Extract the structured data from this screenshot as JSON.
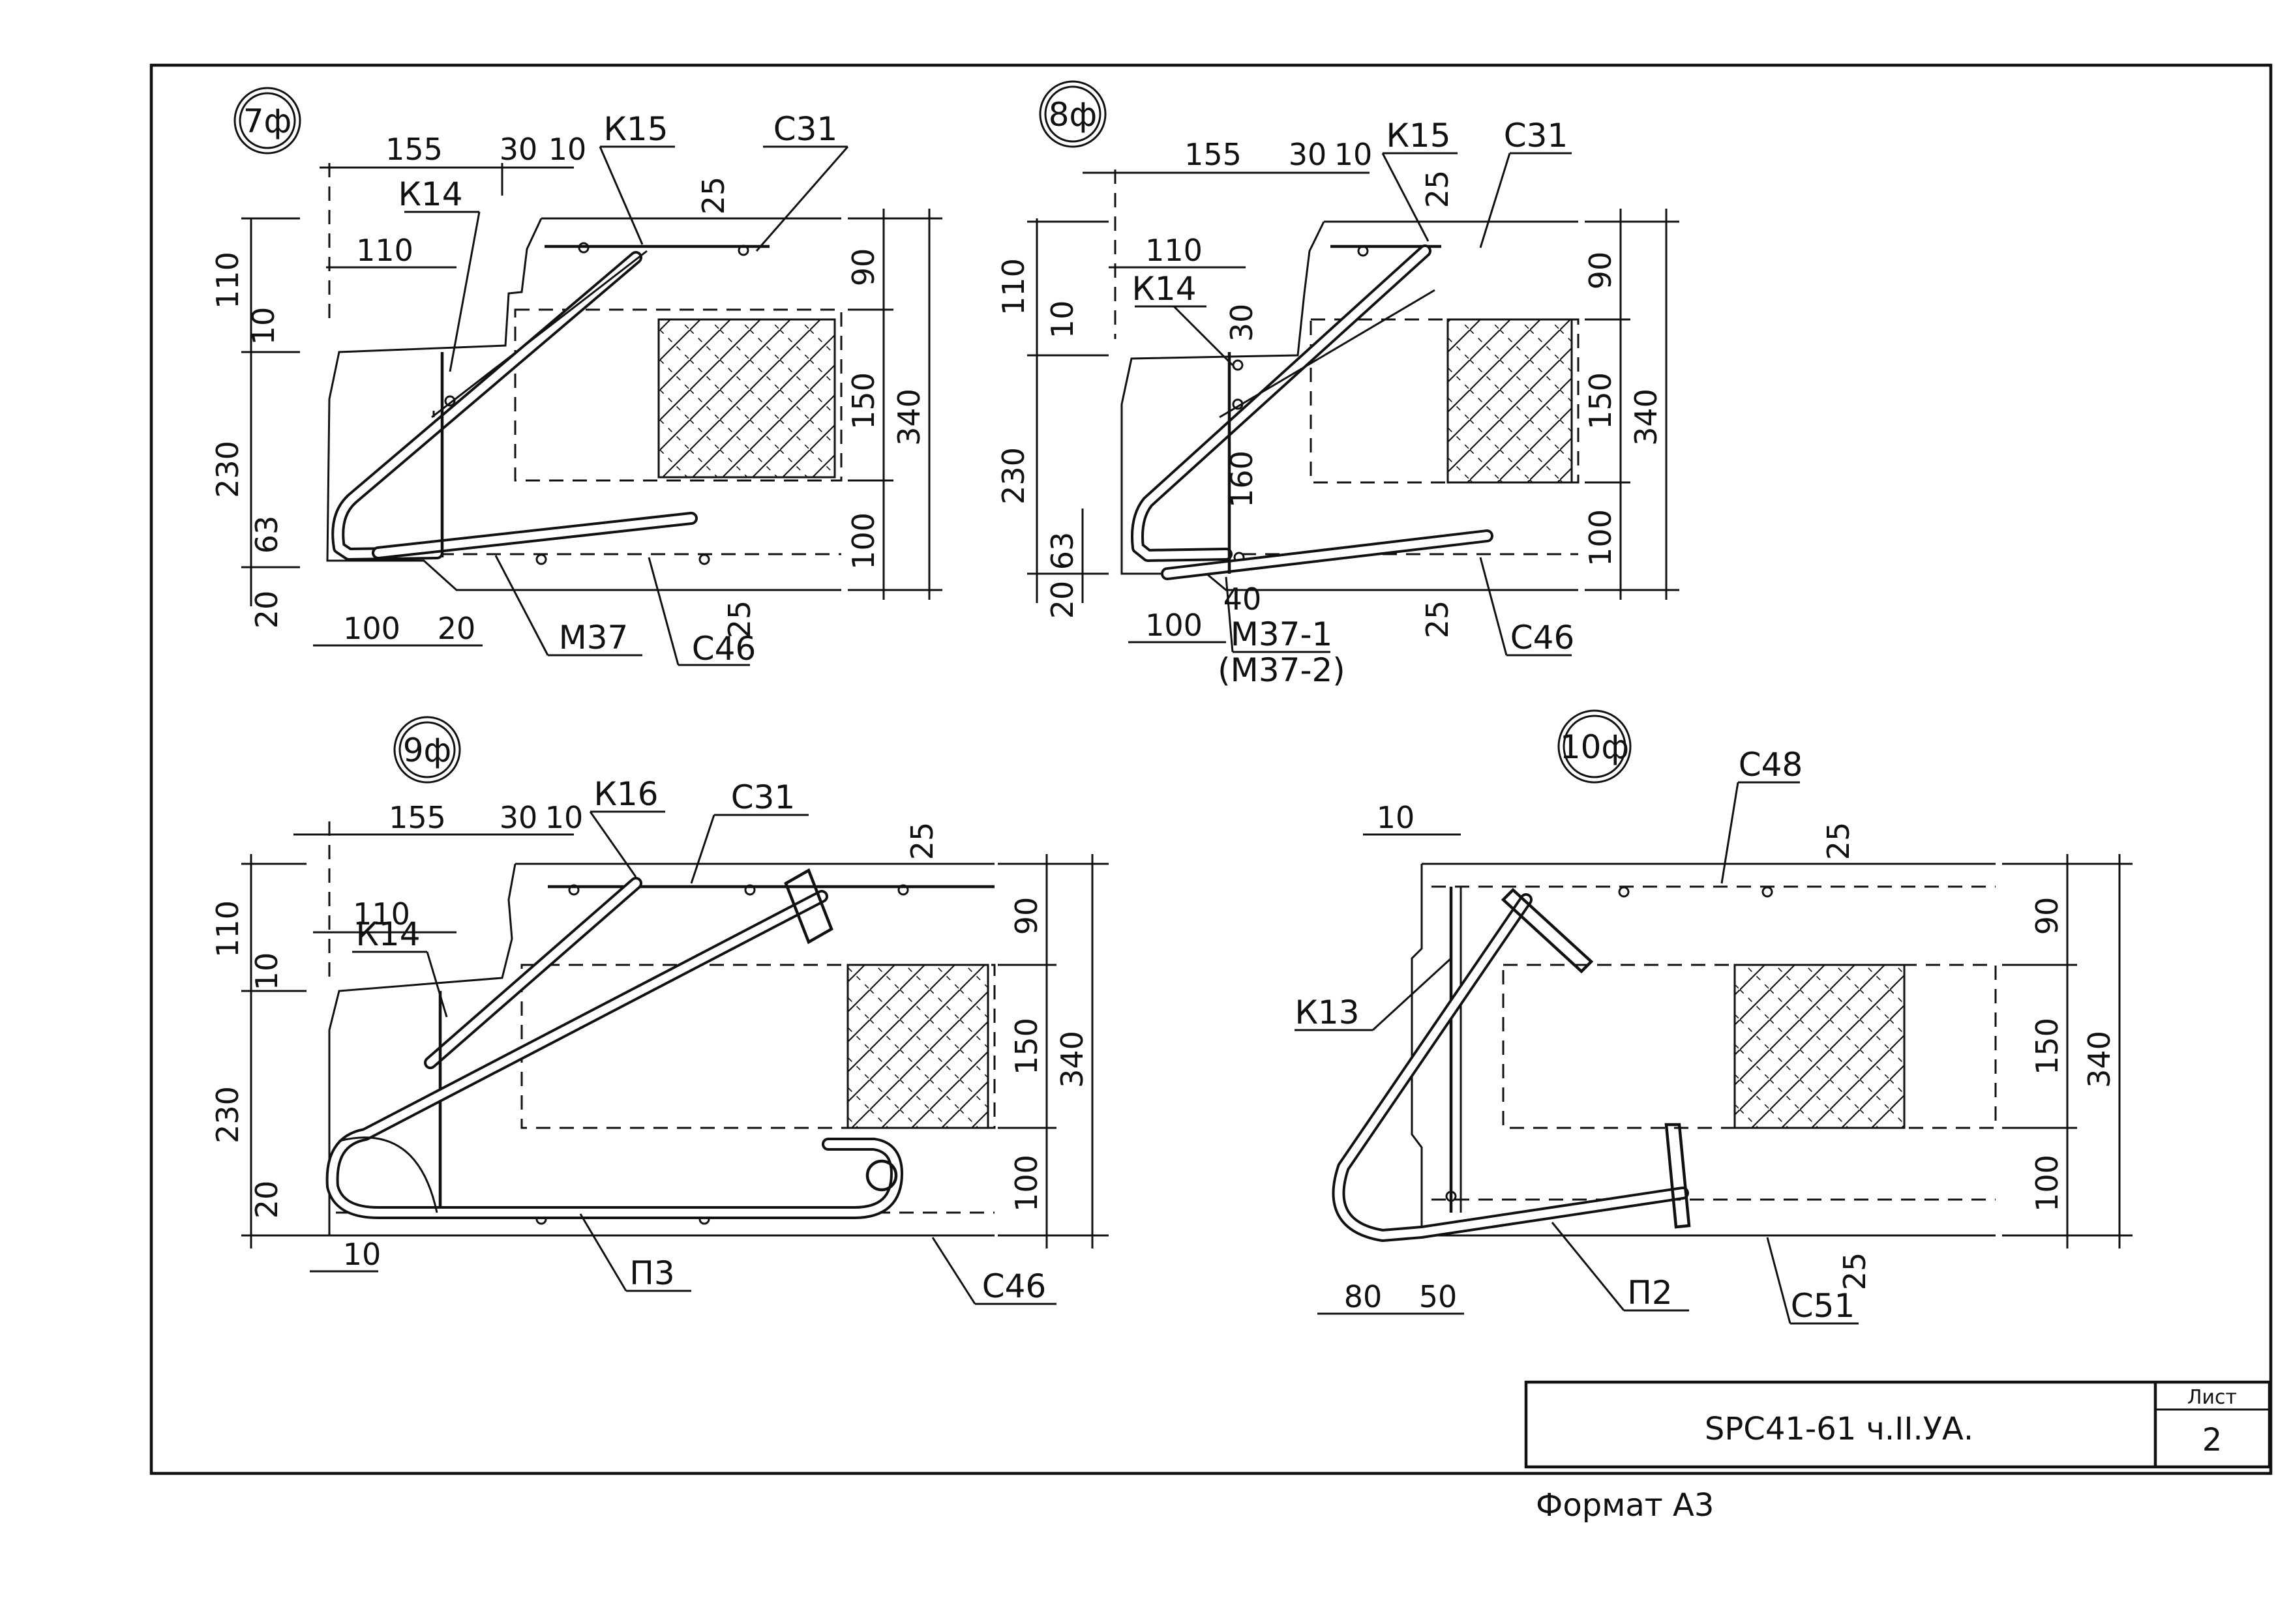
{
  "sections": [
    {
      "id": "7ф",
      "labels": {
        "top_left": "К15",
        "top_right": "С31",
        "left_upper": "К14",
        "bottom_mid": "М37",
        "bottom_right": "С46"
      },
      "dims": {
        "w155": "155",
        "w30": "30",
        "w10": "10",
        "w110": "110",
        "w25t": "25",
        "h110": "110",
        "h10": "10",
        "h230": "230",
        "h63": "63",
        "h20": "20",
        "b100": "100",
        "b20": "20",
        "b25": "25",
        "r90": "90",
        "r150": "150",
        "r100": "100",
        "r340": "340"
      }
    },
    {
      "id": "8ф",
      "labels": {
        "top_left": "К15",
        "top_right": "С31",
        "left_upper": "К14",
        "bottom_mid": "М37-1",
        "bottom_mid2": "(М37-2)",
        "bottom_right": "С46"
      },
      "dims": {
        "w155": "155",
        "w30": "30",
        "w10": "10",
        "w110": "110",
        "w25t": "25",
        "h110": "110",
        "h10": "10",
        "h230": "230",
        "h63": "63",
        "h20": "20",
        "v30": "30",
        "v160": "160",
        "v40": "40",
        "b100": "100",
        "b25": "25",
        "r90": "90",
        "r150": "150",
        "r100": "100",
        "r340": "340"
      }
    },
    {
      "id": "9ф",
      "labels": {
        "top_left": "К16",
        "top_right": "С31",
        "left_upper": "К14",
        "bottom_mid": "П3",
        "bottom_right": "С46"
      },
      "dims": {
        "w155": "155",
        "w30": "30",
        "w10": "10",
        "w110": "110",
        "w25t": "25",
        "h110": "110",
        "h10": "10",
        "h230": "230",
        "h20": "20",
        "b10": "10",
        "r90": "90",
        "r150": "150",
        "r100": "100",
        "r340": "340"
      }
    },
    {
      "id": "10ф",
      "labels": {
        "top_right": "С48",
        "left_upper": "К13",
        "bottom_mid": "П2",
        "bottom_right": "С51"
      },
      "dims": {
        "w10": "10",
        "w25t": "25",
        "b80": "80",
        "b50": "50",
        "b25": "25",
        "r90": "90",
        "r150": "150",
        "r100": "100",
        "r340": "340"
      }
    }
  ],
  "title_block": {
    "code": "SPC41-61 ч.II.УА.",
    "sheet_label": "Лист",
    "sheet_number": "2"
  },
  "format_label": "Формат А3"
}
